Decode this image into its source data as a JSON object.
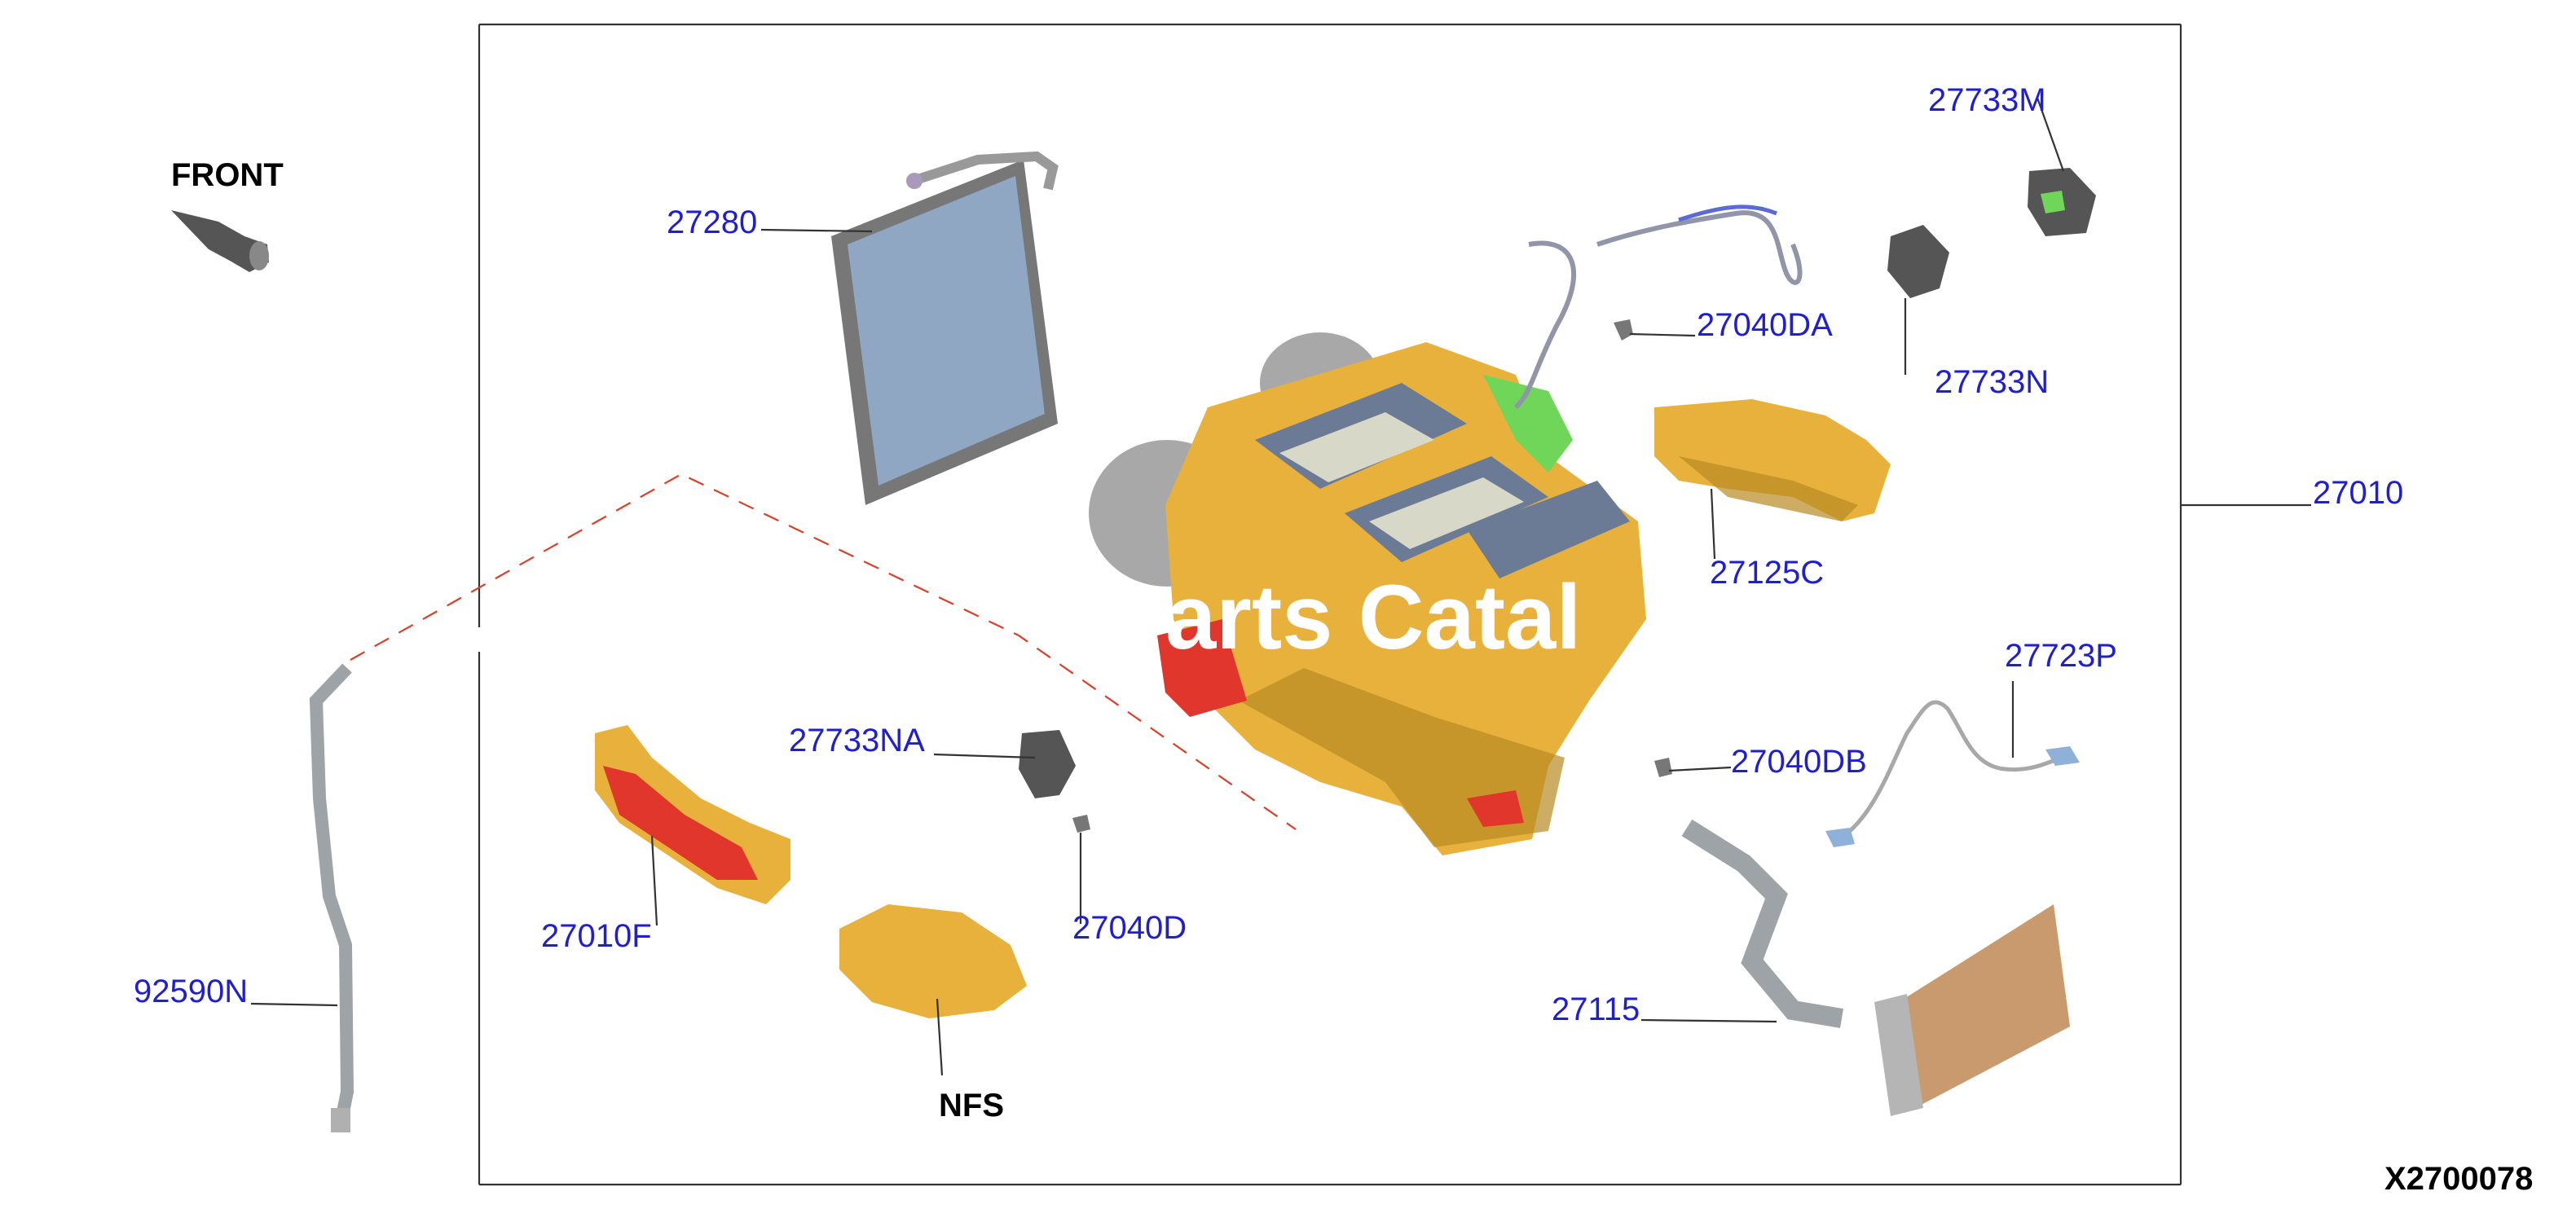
{
  "colors": {
    "label": "#1f1fd0",
    "plain_label": "#000000",
    "frame": "#333333",
    "red_dashed": "#d9402a",
    "housing_gold": "#e8b13c",
    "housing_shadow": "#b88a22",
    "evaporator_blue": "#8fa7c3",
    "heater_copper": "#c99a6e",
    "pipe_silver": "#9ea3a8",
    "actuator_dark": "#555555",
    "green_part": "#6fd65a",
    "red_part": "#e0362c",
    "watermark": "#ffffff"
  },
  "labels": {
    "front": "FRONT",
    "l27280": "27280",
    "l27733M": "27733M",
    "l27040DA": "27040DA",
    "l27733N": "27733N",
    "l27010": "27010",
    "l27125C": "27125C",
    "l2772SP": "27723P",
    "l27040DB": "27040DB",
    "l27733NA": "27733NA",
    "l27040D": "27040D",
    "l27010F": "27010F",
    "l92590N": "92590N",
    "l27115": "27115",
    "nfs": "NFS",
    "diagram_code": "X2700078"
  },
  "watermark": "arts Catal",
  "icons": {
    "front_arrow": "front-direction-arrow-icon"
  }
}
